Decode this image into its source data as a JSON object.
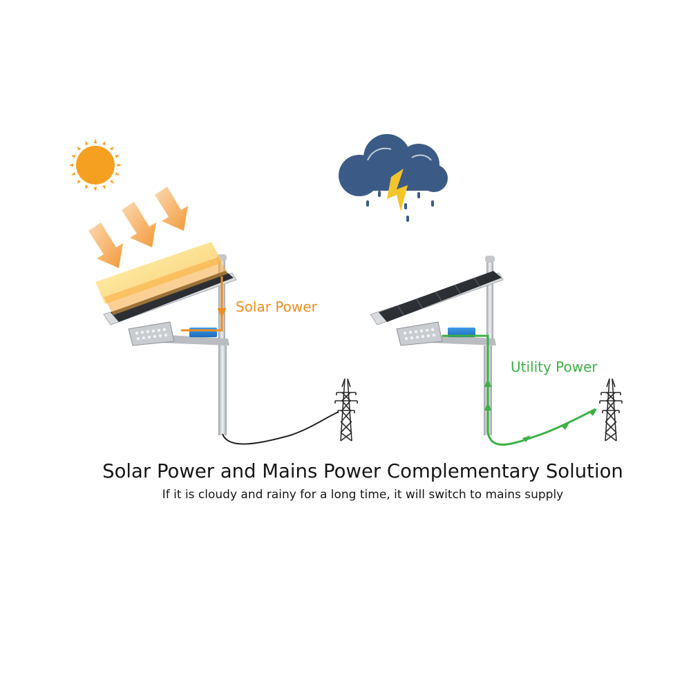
{
  "labels": {
    "solar_power": "Solar Power",
    "utility_power": "Utility Power"
  },
  "caption": {
    "title": "Solar Power and Mains Power Complementary Solution",
    "subtitle": "If it is cloudy and rainy for a long time, it will switch to mains supply"
  },
  "colors": {
    "sun": "#f5a020",
    "solar_flow": "#f08c1e",
    "utility_flow": "#3cb043",
    "cloud": "#3b5b86",
    "lightning": "#f3c52a"
  },
  "icons": [
    "sun-icon",
    "storm-cloud-icon",
    "solar-street-light-icon",
    "power-pylon-icon"
  ]
}
